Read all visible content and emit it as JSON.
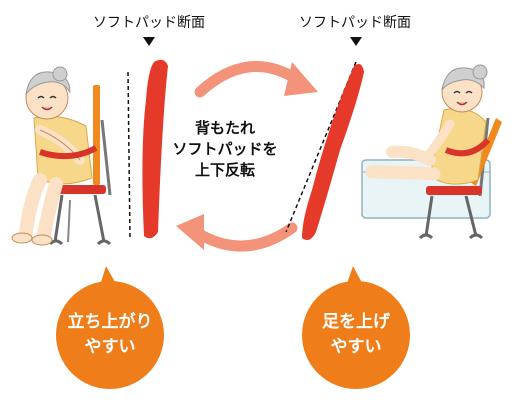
{
  "left_panel": {
    "caption": "ソフトパッド断面",
    "bubble_line1": "立ち上がり",
    "bubble_line2": "やすい"
  },
  "right_panel": {
    "caption": "ソフトパッド断面",
    "bubble_line1": "足を上げ",
    "bubble_line2": "やすい"
  },
  "center": {
    "line1": "背もたれ",
    "line2": "ソフトパッドを",
    "line3": "上下反転"
  },
  "colors": {
    "pad_red": "#e53a2a",
    "arrow_salmon": "#f3937a",
    "bubble_orange": "#ef7d1a",
    "skin": "#fbe1c6",
    "towel": "#f7d789",
    "tub": "#e9f4f6"
  },
  "icons": [
    "elderly-woman-sitting-icon",
    "elderly-woman-bathing-icon",
    "rotate-arrows-icon",
    "down-triangle-marker-icon"
  ]
}
